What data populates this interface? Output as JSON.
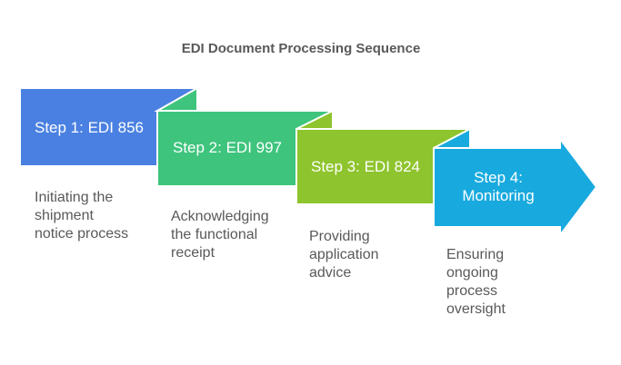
{
  "title": "EDI Document Processing Sequence",
  "palette": {
    "step1_blue": "#4a80e1",
    "step2_green": "#3ec47d",
    "step3_lime": "#8ec42d",
    "step4_cyan": "#18aade",
    "shape_outline": "#ffffff",
    "label_text": "#ffffff",
    "body_text": "#595959",
    "background": "#ffffff"
  },
  "steps": [
    {
      "label": "Step 1: EDI 856",
      "description": "Initiating the\nshipment\nnotice process",
      "color": "#4a80e1"
    },
    {
      "label": "Step 2: EDI 997",
      "description": "Acknowledging\nthe functional\nreceipt",
      "color": "#3ec47d"
    },
    {
      "label": "Step 3: EDI 824",
      "description": "Providing\napplication\nadvice",
      "color": "#8ec42d"
    },
    {
      "label": "Step 4:\nMonitoring",
      "description": "Ensuring\nongoing\nprocess\noversight",
      "color": "#18aade"
    }
  ]
}
